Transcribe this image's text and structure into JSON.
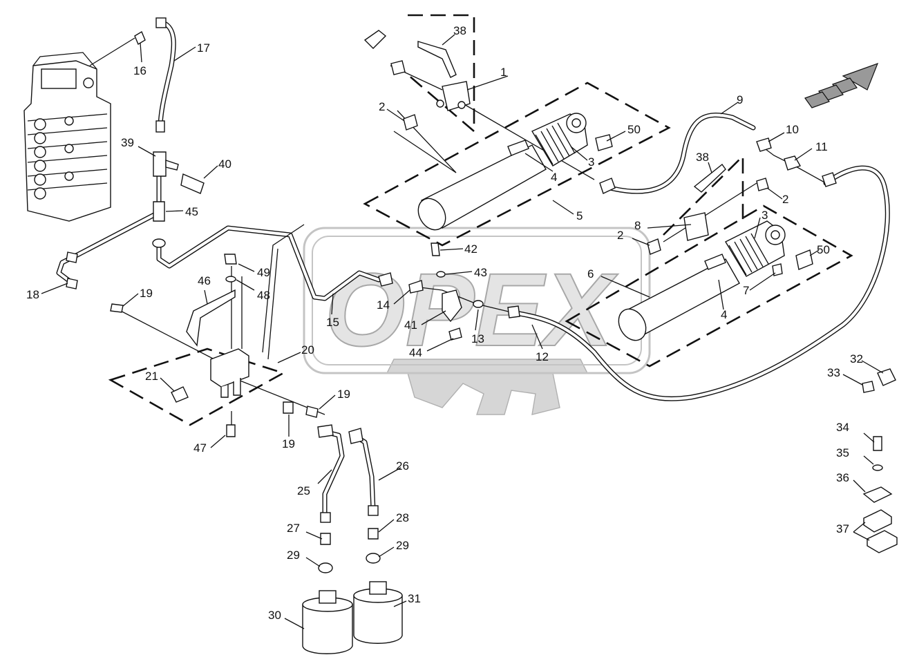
{
  "watermark": "OPEX",
  "labels": [
    {
      "id": "16",
      "text": "16"
    },
    {
      "id": "17",
      "text": "17"
    },
    {
      "id": "38a",
      "text": "38"
    },
    {
      "id": "1",
      "text": "1"
    },
    {
      "id": "2a",
      "text": "2"
    },
    {
      "id": "3a",
      "text": "3"
    },
    {
      "id": "50a",
      "text": "50"
    },
    {
      "id": "4a",
      "text": "4"
    },
    {
      "id": "5",
      "text": "5"
    },
    {
      "id": "9",
      "text": "9"
    },
    {
      "id": "10",
      "text": "10"
    },
    {
      "id": "11",
      "text": "11"
    },
    {
      "id": "38b",
      "text": "38"
    },
    {
      "id": "2b",
      "text": "2"
    },
    {
      "id": "8",
      "text": "8"
    },
    {
      "id": "2c",
      "text": "2"
    },
    {
      "id": "3b",
      "text": "3"
    },
    {
      "id": "50b",
      "text": "50"
    },
    {
      "id": "6",
      "text": "6"
    },
    {
      "id": "7",
      "text": "7"
    },
    {
      "id": "4b",
      "text": "4"
    },
    {
      "id": "39",
      "text": "39"
    },
    {
      "id": "40",
      "text": "40"
    },
    {
      "id": "45",
      "text": "45"
    },
    {
      "id": "42",
      "text": "42"
    },
    {
      "id": "43",
      "text": "43"
    },
    {
      "id": "49",
      "text": "49"
    },
    {
      "id": "48",
      "text": "48"
    },
    {
      "id": "46",
      "text": "46"
    },
    {
      "id": "18",
      "text": "18"
    },
    {
      "id": "19a",
      "text": "19"
    },
    {
      "id": "14",
      "text": "14"
    },
    {
      "id": "15",
      "text": "15"
    },
    {
      "id": "41",
      "text": "41"
    },
    {
      "id": "13",
      "text": "13"
    },
    {
      "id": "44",
      "text": "44"
    },
    {
      "id": "12",
      "text": "12"
    },
    {
      "id": "20",
      "text": "20"
    },
    {
      "id": "21",
      "text": "21"
    },
    {
      "id": "19b",
      "text": "19"
    },
    {
      "id": "19c",
      "text": "19"
    },
    {
      "id": "47",
      "text": "47"
    },
    {
      "id": "32",
      "text": "32"
    },
    {
      "id": "33",
      "text": "33"
    },
    {
      "id": "26",
      "text": "26"
    },
    {
      "id": "25",
      "text": "25"
    },
    {
      "id": "34",
      "text": "34"
    },
    {
      "id": "35",
      "text": "35"
    },
    {
      "id": "36",
      "text": "36"
    },
    {
      "id": "27",
      "text": "27"
    },
    {
      "id": "28",
      "text": "28"
    },
    {
      "id": "37",
      "text": "37"
    },
    {
      "id": "29a",
      "text": "29"
    },
    {
      "id": "29b",
      "text": "29"
    },
    {
      "id": "30",
      "text": "30"
    },
    {
      "id": "31",
      "text": "31"
    }
  ]
}
